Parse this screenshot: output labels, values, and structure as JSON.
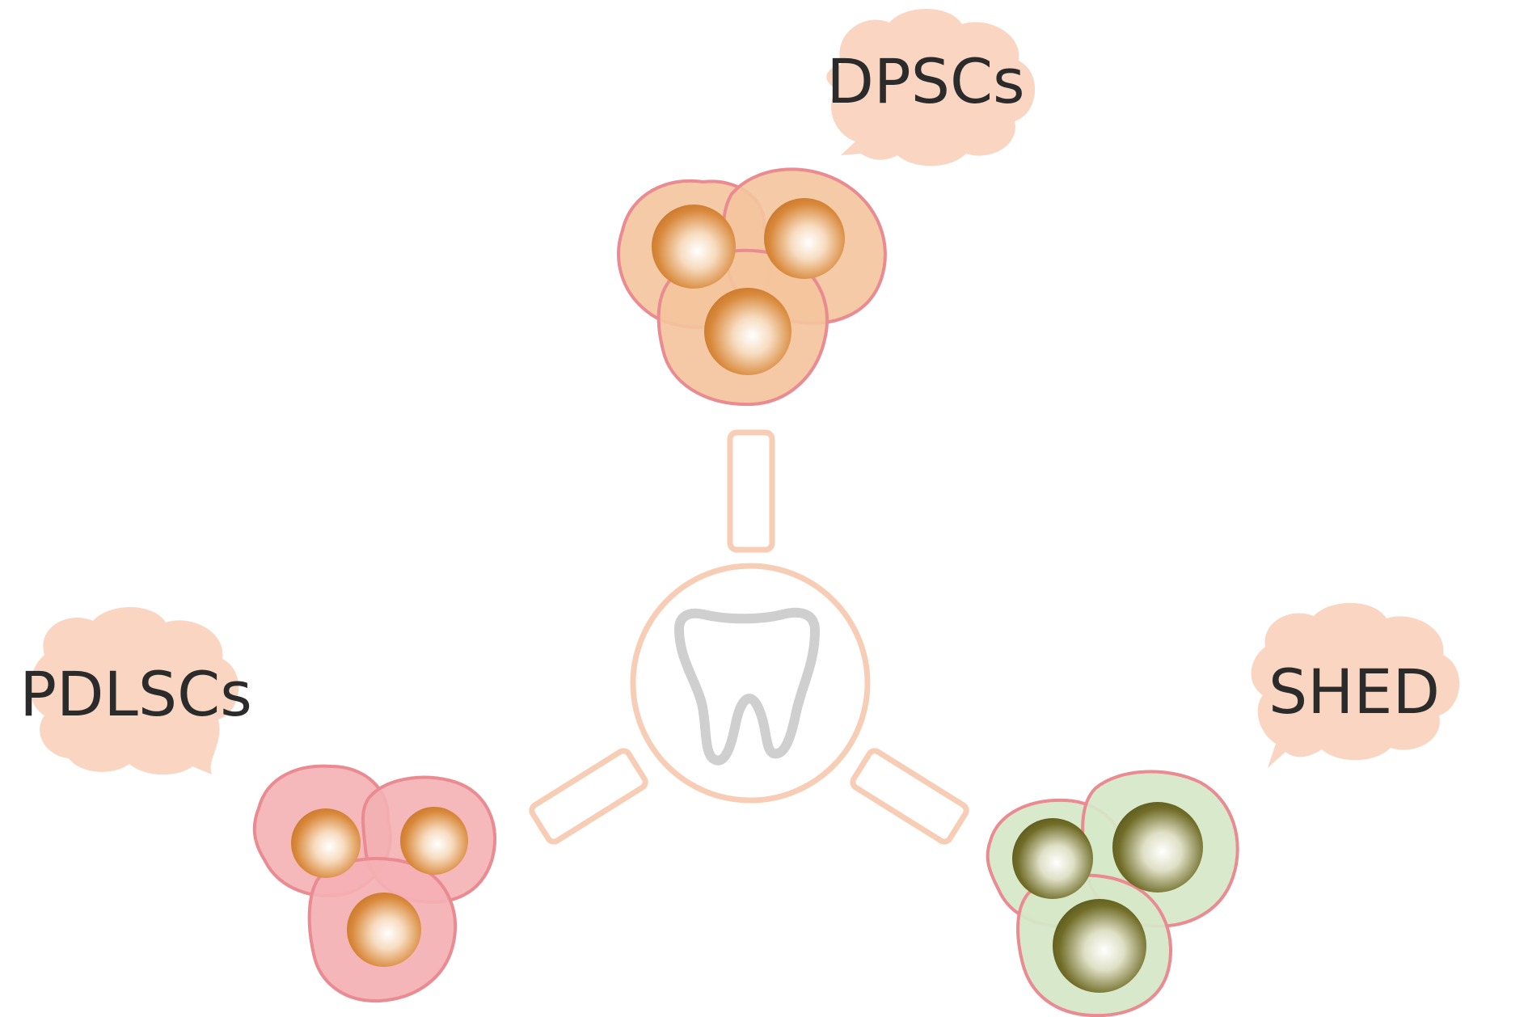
{
  "labels": {
    "top": "DPSCs",
    "left": "PDLSCs",
    "right": "SHED"
  },
  "icons": {
    "center": "tooth-icon"
  },
  "colors": {
    "cloud_fill": "#f9d5c2",
    "connector_stroke": "#f8cdb6",
    "dpsc_cytoplasm": "#f4c49d",
    "pdlsc_cytoplasm": "#f4b0b4",
    "shed_cytoplasm": "#d6e8c8",
    "cell_outline": "#ea8a91",
    "orange_nucleus": "#d9893b",
    "green_nucleus": "#6e6b26",
    "tooth_outline": "#cfcfcf"
  }
}
